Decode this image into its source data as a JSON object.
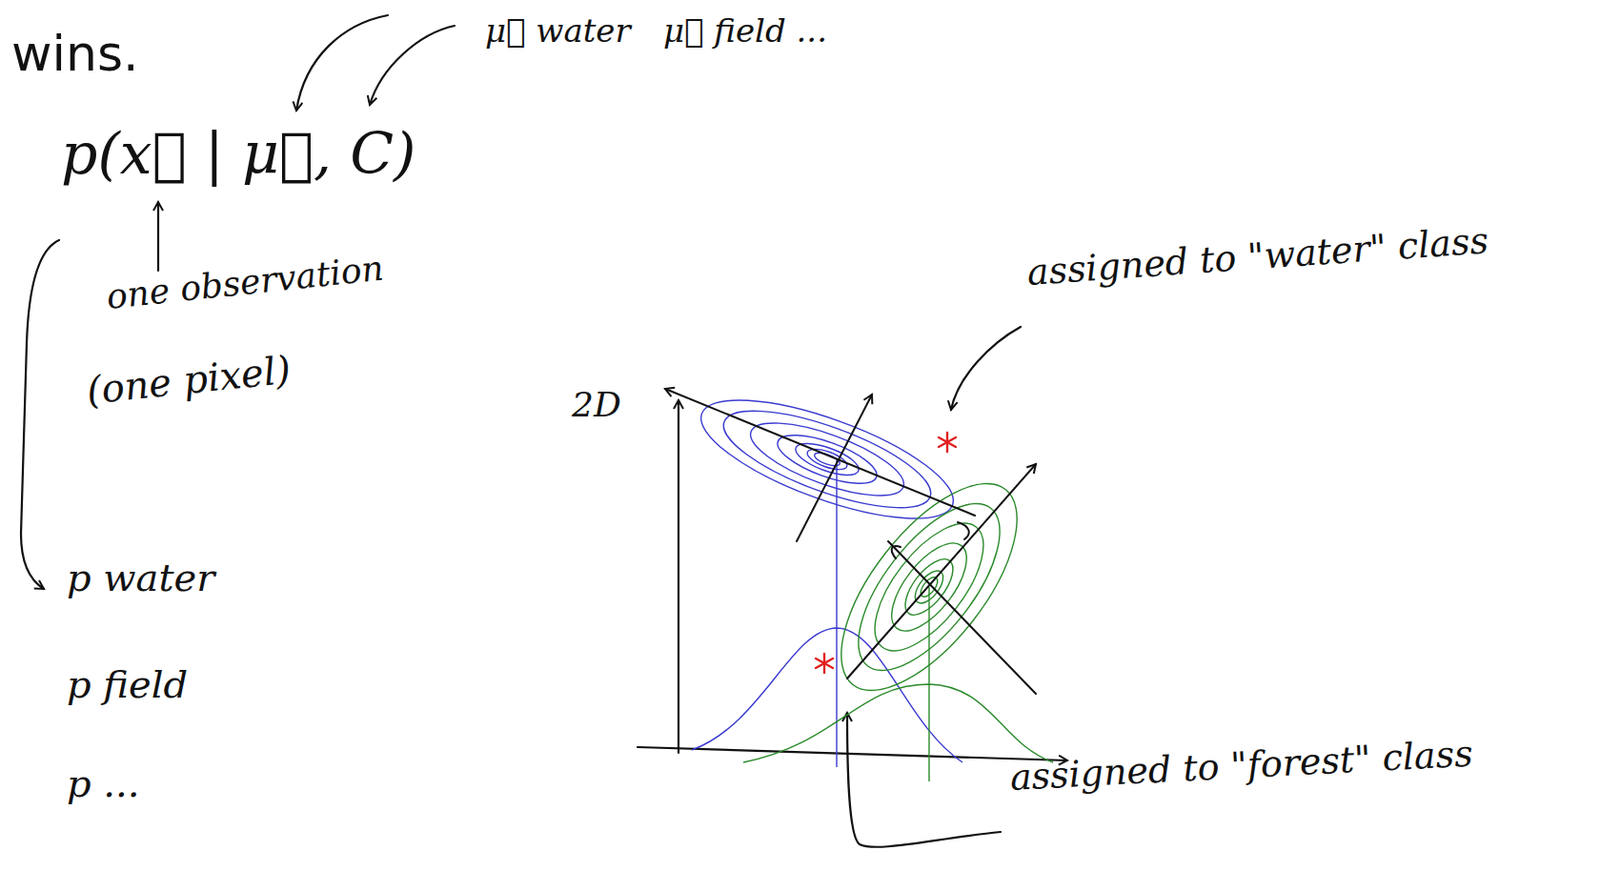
{
  "diagram": {
    "labels": [
      "wins.",
      "p(x⃗ | μ⃗, C)",
      "μ⃗ water",
      "μ⃗ field ...",
      "one observation",
      "(one pixel)",
      "p water",
      "p field",
      "p ...",
      "2D",
      "assigned to \"water\" class",
      "assigned to \"forest\" class"
    ]
  }
}
